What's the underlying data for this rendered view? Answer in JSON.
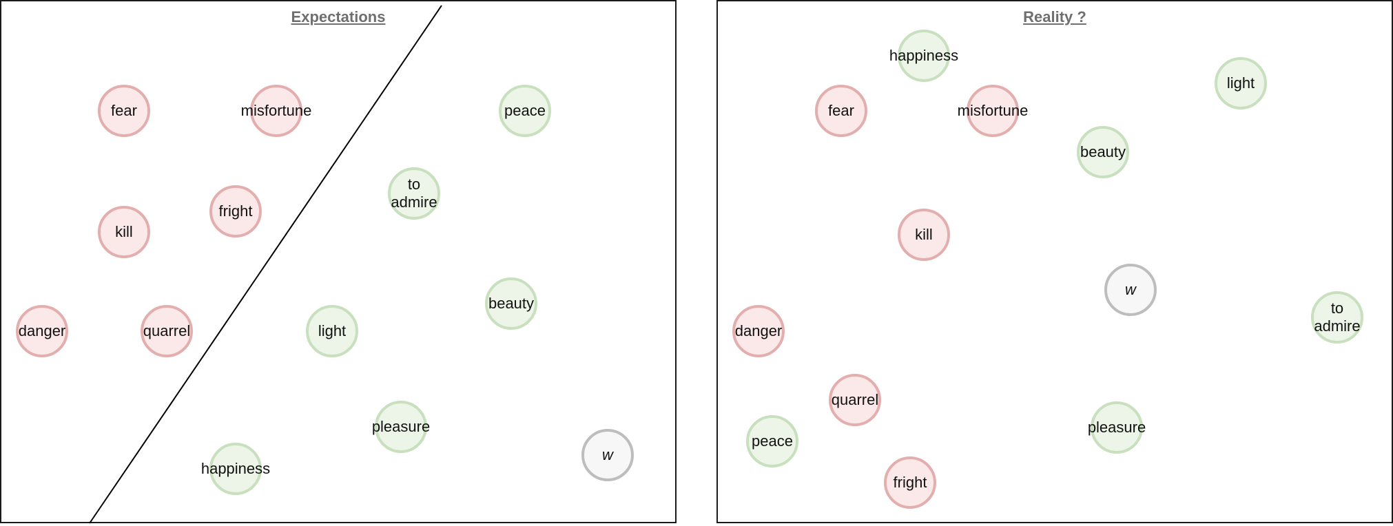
{
  "left_panel": {
    "title": "Expectations",
    "nodes": [
      {
        "id": "fear",
        "label": "fear",
        "sentiment": "negative"
      },
      {
        "id": "misfortune",
        "label": "misfortune",
        "sentiment": "negative"
      },
      {
        "id": "kill",
        "label": "kill",
        "sentiment": "negative"
      },
      {
        "id": "fright",
        "label": "fright",
        "sentiment": "negative"
      },
      {
        "id": "danger",
        "label": "danger",
        "sentiment": "negative"
      },
      {
        "id": "quarrel",
        "label": "quarrel",
        "sentiment": "negative"
      },
      {
        "id": "peace",
        "label": "peace",
        "sentiment": "positive"
      },
      {
        "id": "to-admire",
        "label": "to\nadmire",
        "sentiment": "positive"
      },
      {
        "id": "beauty",
        "label": "beauty",
        "sentiment": "positive"
      },
      {
        "id": "light",
        "label": "light",
        "sentiment": "positive"
      },
      {
        "id": "pleasure",
        "label": "pleasure",
        "sentiment": "positive"
      },
      {
        "id": "happiness",
        "label": "happiness",
        "sentiment": "positive"
      },
      {
        "id": "w",
        "label": "w",
        "sentiment": "neutral"
      }
    ]
  },
  "right_panel": {
    "title": "Reality ?",
    "nodes": [
      {
        "id": "happiness",
        "label": "happiness",
        "sentiment": "positive"
      },
      {
        "id": "light",
        "label": "light",
        "sentiment": "positive"
      },
      {
        "id": "fear",
        "label": "fear",
        "sentiment": "negative"
      },
      {
        "id": "misfortune",
        "label": "misfortune",
        "sentiment": "negative"
      },
      {
        "id": "beauty",
        "label": "beauty",
        "sentiment": "positive"
      },
      {
        "id": "kill",
        "label": "kill",
        "sentiment": "negative"
      },
      {
        "id": "w",
        "label": "w",
        "sentiment": "neutral"
      },
      {
        "id": "to-admire",
        "label": "to\nadmire",
        "sentiment": "positive"
      },
      {
        "id": "danger",
        "label": "danger",
        "sentiment": "negative"
      },
      {
        "id": "quarrel",
        "label": "quarrel",
        "sentiment": "negative"
      },
      {
        "id": "peace",
        "label": "peace",
        "sentiment": "positive"
      },
      {
        "id": "pleasure",
        "label": "pleasure",
        "sentiment": "positive"
      },
      {
        "id": "fright",
        "label": "fright",
        "sentiment": "negative"
      }
    ]
  },
  "colors": {
    "negative_fill": "#fbe9e9",
    "negative_border": "#e3aeae",
    "positive_fill": "#ecf5e8",
    "positive_border": "#c8e0bd",
    "neutral_fill": "#f7f7f7",
    "neutral_border": "#bdbdbd",
    "title": "#6f6f6f"
  }
}
